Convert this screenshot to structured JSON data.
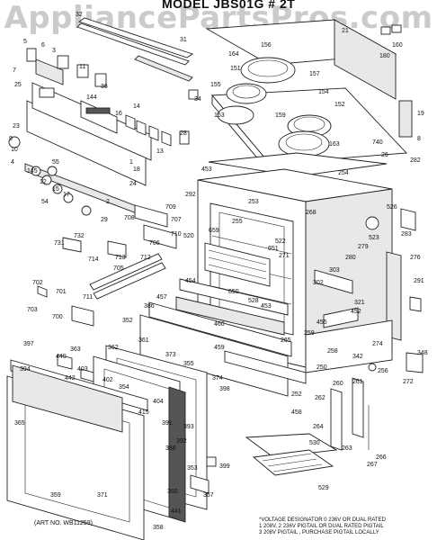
{
  "page": {
    "watermark": "AppliancePartsPros.com",
    "model_title": "MODEL JBS01G # 2T",
    "art_number": "(ART NO. WB11259)",
    "footnotes": [
      "*VOLTAGE DESIGNATOR 0 236V OR DUAL RATED",
      "1 208V, 2 236V PIGTAIL OR DUAL RATED PIGTAIL",
      "3 208V PIGTAIL , PURCHASE PIGTAIL LOCALLY"
    ]
  },
  "callouts": [
    {
      "label": "32"
    },
    {
      "label": "31"
    },
    {
      "label": "5"
    },
    {
      "label": "6"
    },
    {
      "label": "3"
    },
    {
      "label": "11"
    },
    {
      "label": "7"
    },
    {
      "label": "25"
    },
    {
      "label": "36"
    },
    {
      "label": "144"
    },
    {
      "label": "34"
    },
    {
      "label": "14"
    },
    {
      "label": "16"
    },
    {
      "label": "23"
    },
    {
      "label": "13"
    },
    {
      "label": "9"
    },
    {
      "label": "10"
    },
    {
      "label": "4"
    },
    {
      "label": "145"
    },
    {
      "label": "55"
    },
    {
      "label": "12"
    },
    {
      "label": "15"
    },
    {
      "label": "17"
    },
    {
      "label": "54"
    },
    {
      "label": "18"
    },
    {
      "label": "24"
    },
    {
      "label": "1"
    },
    {
      "label": "28"
    },
    {
      "label": "2"
    },
    {
      "label": "29"
    },
    {
      "label": "151"
    },
    {
      "label": "156"
    },
    {
      "label": "164"
    },
    {
      "label": "155"
    },
    {
      "label": "153"
    },
    {
      "label": "157"
    },
    {
      "label": "152"
    },
    {
      "label": "159"
    },
    {
      "label": "163"
    },
    {
      "label": "154"
    },
    {
      "label": "21"
    },
    {
      "label": "160"
    },
    {
      "label": "180"
    },
    {
      "label": "8"
    },
    {
      "label": "19"
    },
    {
      "label": "740"
    },
    {
      "label": "26"
    },
    {
      "label": "282"
    },
    {
      "label": "254"
    },
    {
      "label": "453"
    },
    {
      "label": "292"
    },
    {
      "label": "253"
    },
    {
      "label": "268"
    },
    {
      "label": "526"
    },
    {
      "label": "283"
    },
    {
      "label": "255"
    },
    {
      "label": "651"
    },
    {
      "label": "520"
    },
    {
      "label": "659"
    },
    {
      "label": "522"
    },
    {
      "label": "271"
    },
    {
      "label": "279"
    },
    {
      "label": "523"
    },
    {
      "label": "276"
    },
    {
      "label": "708"
    },
    {
      "label": "709"
    },
    {
      "label": "707"
    },
    {
      "label": "710"
    },
    {
      "label": "706"
    },
    {
      "label": "712"
    },
    {
      "label": "731"
    },
    {
      "label": "732"
    },
    {
      "label": "714"
    },
    {
      "label": "713"
    },
    {
      "label": "705"
    },
    {
      "label": "303"
    },
    {
      "label": "280"
    },
    {
      "label": "302"
    },
    {
      "label": "321"
    },
    {
      "label": "291"
    },
    {
      "label": "702"
    },
    {
      "label": "701"
    },
    {
      "label": "703"
    },
    {
      "label": "700"
    },
    {
      "label": "711"
    },
    {
      "label": "454"
    },
    {
      "label": "650"
    },
    {
      "label": "528"
    },
    {
      "label": "457"
    },
    {
      "label": "386"
    },
    {
      "label": "460"
    },
    {
      "label": "459"
    },
    {
      "label": "453"
    },
    {
      "label": "265"
    },
    {
      "label": "452"
    },
    {
      "label": "455"
    },
    {
      "label": "259"
    },
    {
      "label": "258"
    },
    {
      "label": "274"
    },
    {
      "label": "348"
    },
    {
      "label": "250"
    },
    {
      "label": "342"
    },
    {
      "label": "256"
    },
    {
      "label": "272"
    },
    {
      "label": "352"
    },
    {
      "label": "397"
    },
    {
      "label": "362"
    },
    {
      "label": "361"
    },
    {
      "label": "363"
    },
    {
      "label": "440"
    },
    {
      "label": "373"
    },
    {
      "label": "394"
    },
    {
      "label": "403"
    },
    {
      "label": "355"
    },
    {
      "label": "442"
    },
    {
      "label": "402"
    },
    {
      "label": "354"
    },
    {
      "label": "374"
    },
    {
      "label": "404"
    },
    {
      "label": "398"
    },
    {
      "label": "252"
    },
    {
      "label": "458"
    },
    {
      "label": "262"
    },
    {
      "label": "260"
    },
    {
      "label": "261"
    },
    {
      "label": "365"
    },
    {
      "label": "415"
    },
    {
      "label": "391"
    },
    {
      "label": "393"
    },
    {
      "label": "264"
    },
    {
      "label": "263"
    },
    {
      "label": "267"
    },
    {
      "label": "266"
    },
    {
      "label": "356"
    },
    {
      "label": "392"
    },
    {
      "label": "530"
    },
    {
      "label": "353"
    },
    {
      "label": "399"
    },
    {
      "label": "360"
    },
    {
      "label": "357"
    },
    {
      "label": "529"
    },
    {
      "label": "359"
    },
    {
      "label": "371"
    },
    {
      "label": "441"
    },
    {
      "label": "358"
    }
  ]
}
